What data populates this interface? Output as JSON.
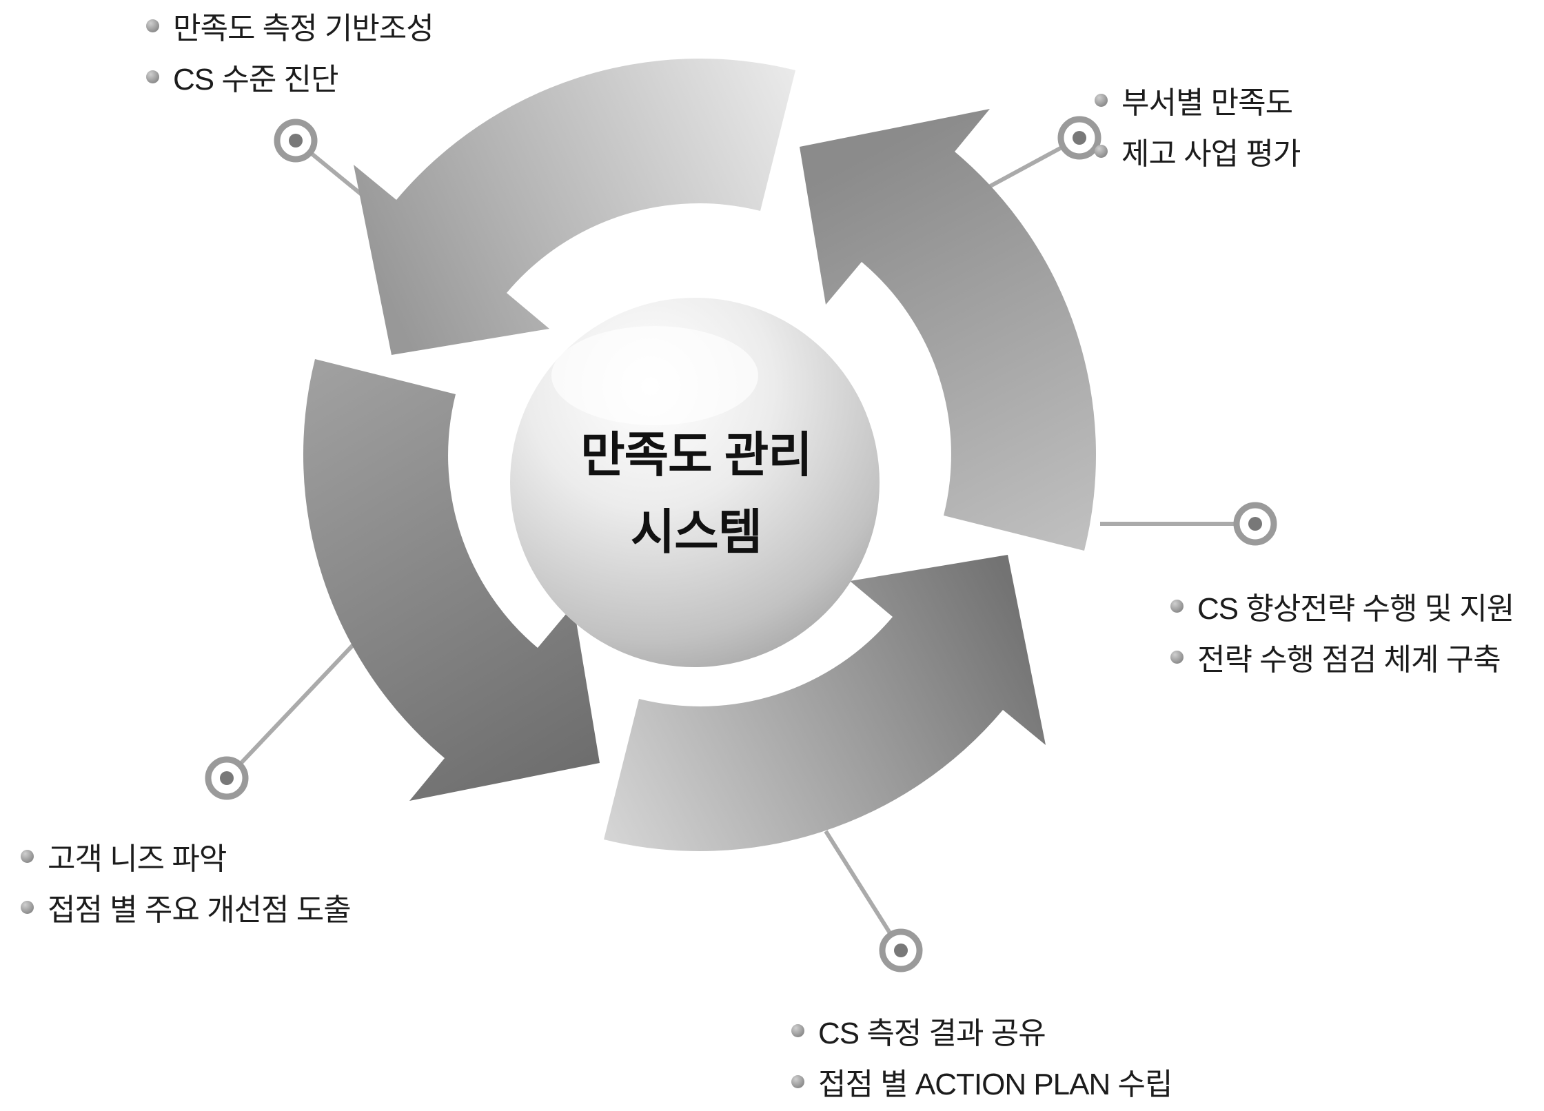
{
  "diagram": {
    "title": "satisfaction-management-cycle",
    "center": {
      "line1": "만족도 관리",
      "line2": "시스템"
    },
    "callouts": [
      {
        "id": "top-left",
        "items": [
          "만족도 측정 기반조성",
          "CS 수준 진단"
        ]
      },
      {
        "id": "top-right",
        "items": [
          "부서별 만족도",
          "제고 사업 평가"
        ]
      },
      {
        "id": "right",
        "items": [
          "CS 향상전략 수행 및 지원",
          "전략 수행 점검 체계 구축"
        ]
      },
      {
        "id": "bottom-left",
        "items": [
          "고객 니즈 파악",
          "접점 별 주요 개선점 도출"
        ]
      },
      {
        "id": "bottom-center",
        "items": [
          "CS 측정 결과 공유",
          "접점 별 ACTION PLAN 수립"
        ]
      }
    ],
    "colors": {
      "arrow_top_from": "#f4f4f4",
      "arrow_top_to": "#989898",
      "arrow_left_from": "#a2a2a2",
      "arrow_left_to": "#6d6d6d",
      "arrow_bottom_from": "#d8d8d8",
      "arrow_bottom_to": "#737373",
      "arrow_right_from": "#c2c2c2",
      "arrow_right_to": "#8b8b8b",
      "sphere_highlight": "#ffffff",
      "sphere_light": "#ececec",
      "sphere_mid": "#c2c2c2",
      "sphere_edge": "#8f8f8f",
      "connector_line": "#aaaaaa",
      "node_ring": "#9a9a9a",
      "node_core": "#787878",
      "text": "#1c1c1c"
    }
  }
}
